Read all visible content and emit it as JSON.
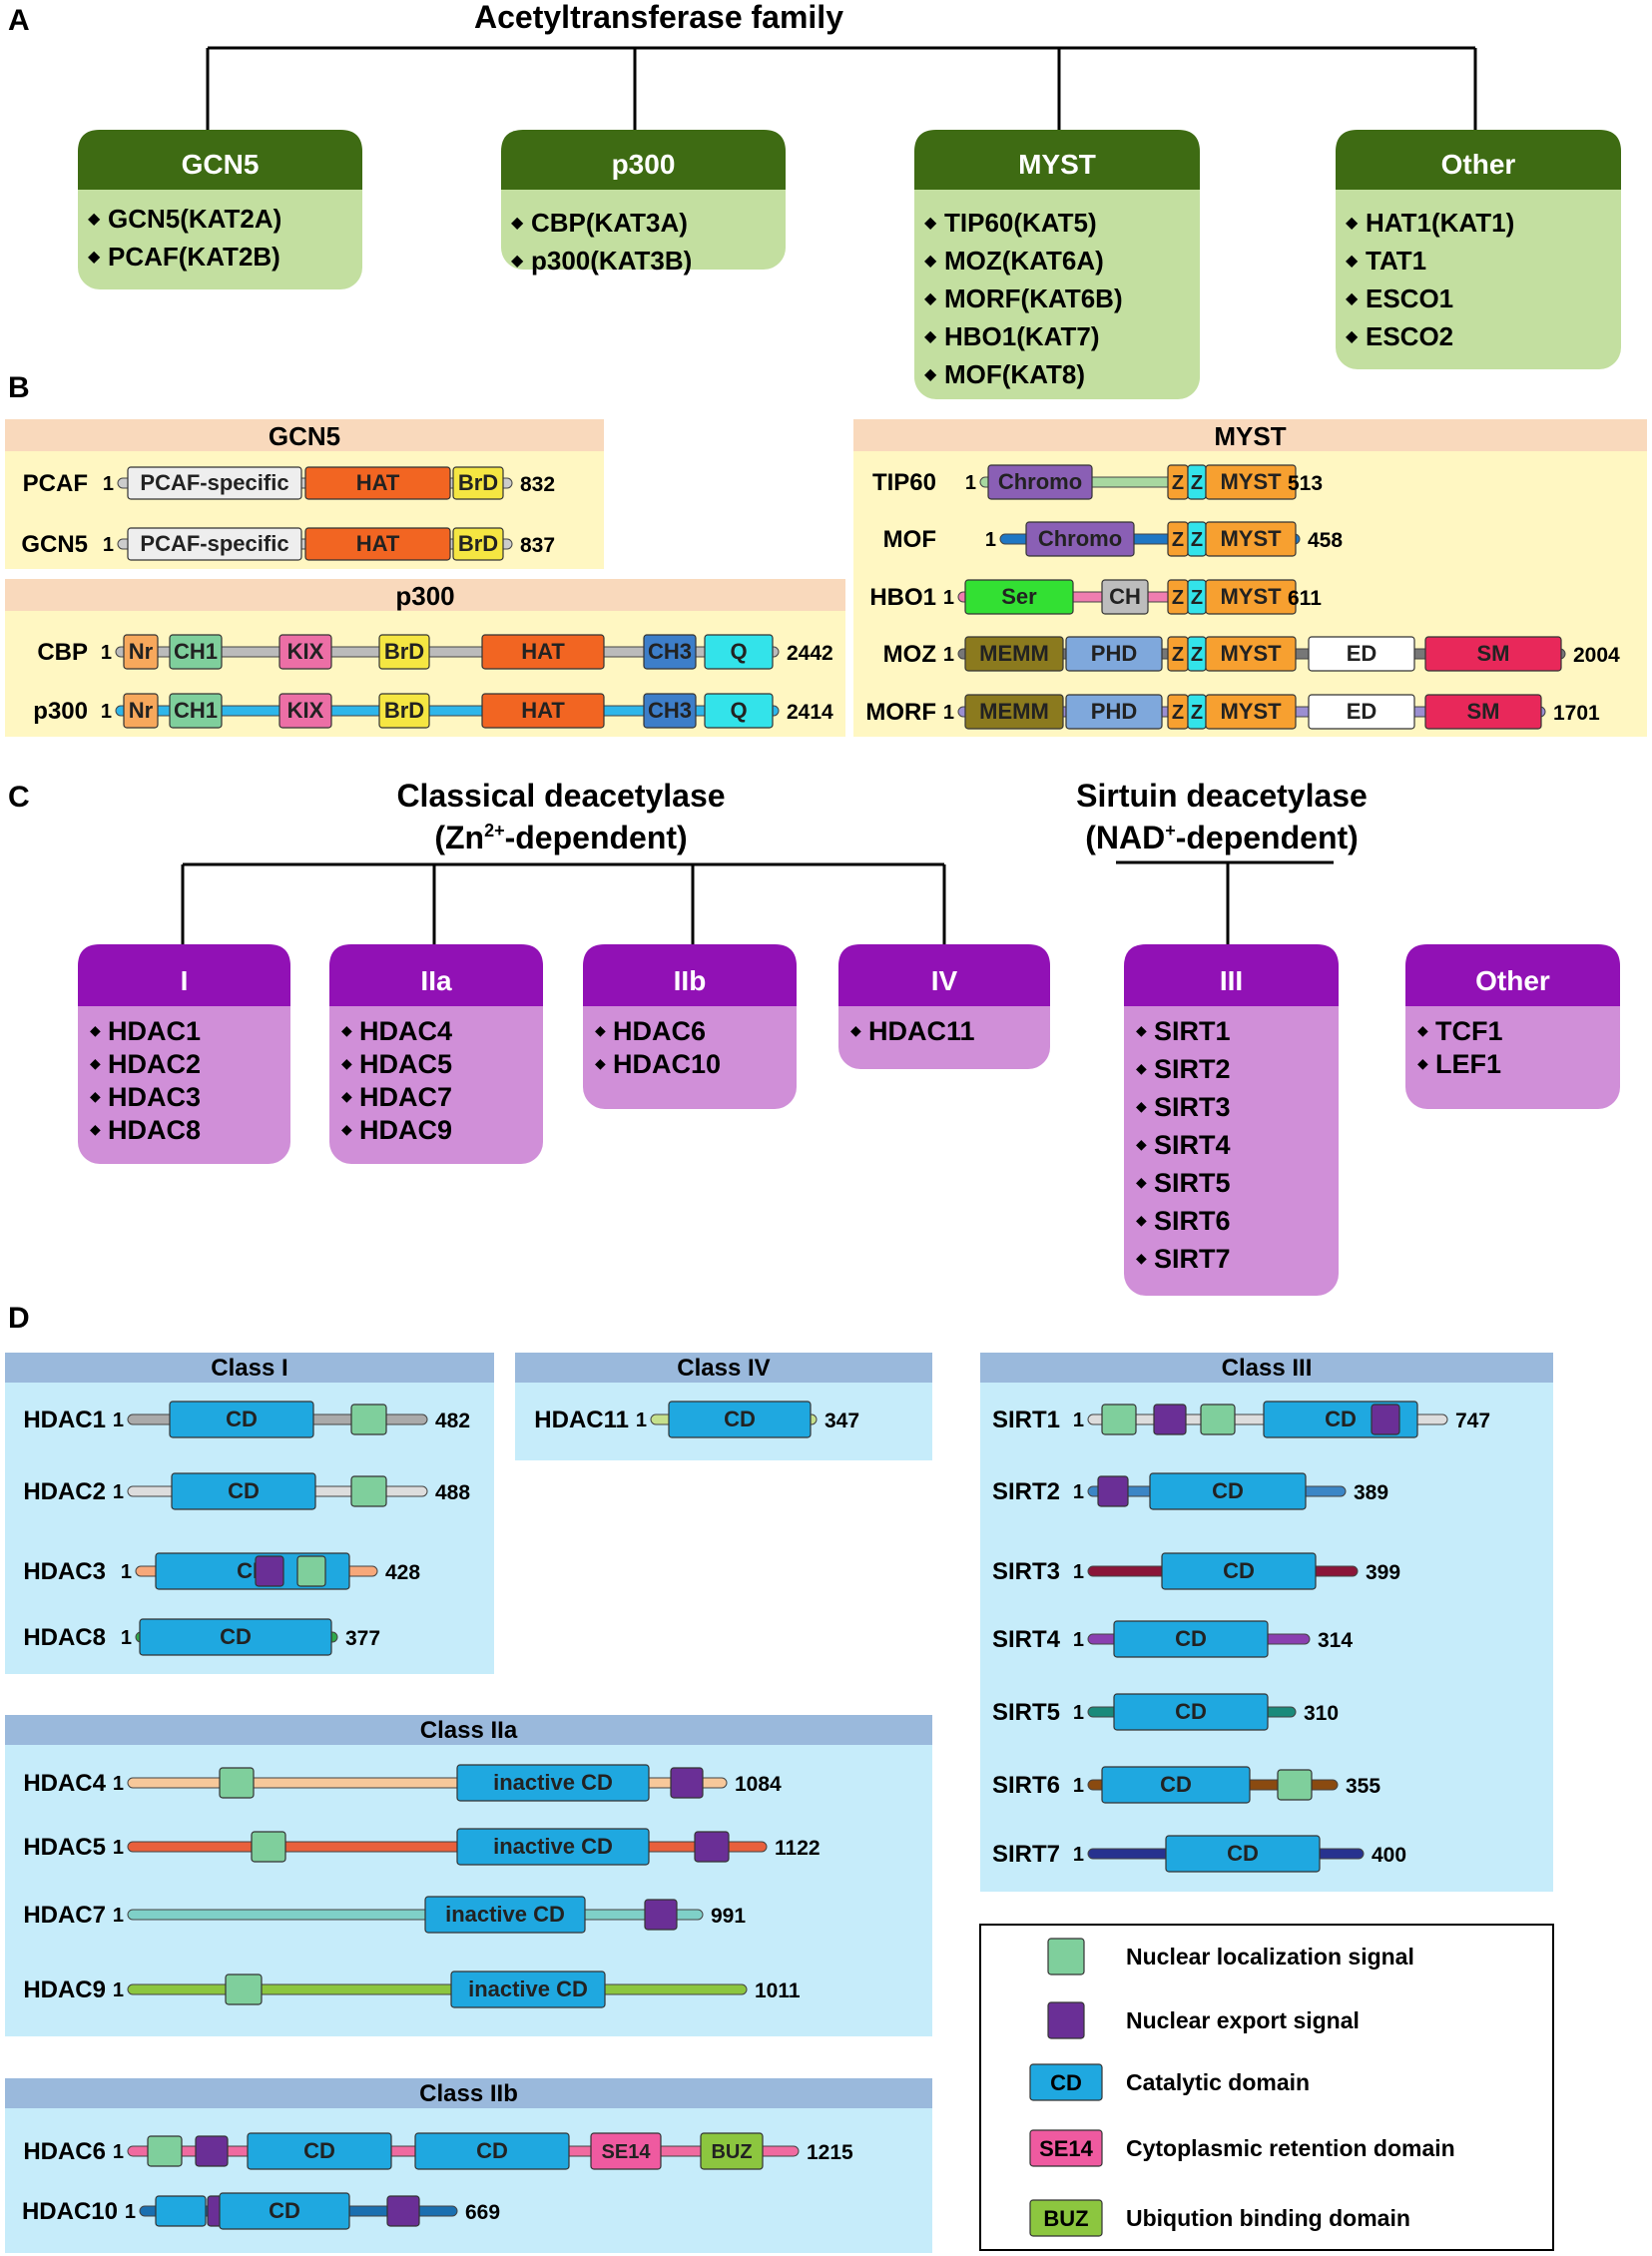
{
  "panel_a": {
    "letter": "A",
    "title": "Acetyltransferase family",
    "families": [
      {
        "name": "GCN5",
        "members": [
          "GCN5(KAT2A)",
          "PCAF(KAT2B)"
        ]
      },
      {
        "name": "p300",
        "members": [
          "CBP(KAT3A)",
          "p300(KAT3B)"
        ]
      },
      {
        "name": "MYST",
        "members": [
          "TIP60(KAT5)",
          "MOZ(KAT6A)",
          "MORF(KAT6B)",
          "HBO1(KAT7)",
          "MOF(KAT8)"
        ]
      },
      {
        "name": "Other",
        "members": [
          "HAT1(KAT1)",
          "TAT1",
          "ESCO1",
          "ESCO2"
        ]
      }
    ]
  },
  "panel_b": {
    "letter": "B",
    "groups": [
      {
        "title": "GCN5",
        "proteins": [
          {
            "name": "PCAF",
            "start": "1",
            "end": "832",
            "line": "#cccccc",
            "domains": [
              {
                "label": "PCAF-specific",
                "color": "#eeeeee"
              },
              {
                "label": "HAT",
                "color": "#f26522"
              },
              {
                "label": "BrD",
                "color": "#f5e642"
              }
            ]
          },
          {
            "name": "GCN5",
            "start": "1",
            "end": "837",
            "line": "#cccccc",
            "domains": [
              {
                "label": "PCAF-specific",
                "color": "#eeeeee"
              },
              {
                "label": "HAT",
                "color": "#f26522"
              },
              {
                "label": "BrD",
                "color": "#f5e642"
              }
            ]
          }
        ]
      },
      {
        "title": "p300",
        "proteins": [
          {
            "name": "CBP",
            "start": "1",
            "end": "2442",
            "line": "#bbbbbb",
            "domains": [
              {
                "label": "Nr",
                "color": "#f7a85c"
              },
              {
                "label": "CH1",
                "color": "#7fcf9c"
              },
              {
                "label": "KIX",
                "color": "#ec6fa6"
              },
              {
                "label": "BrD",
                "color": "#f5e642"
              },
              {
                "label": "HAT",
                "color": "#f26522"
              },
              {
                "label": "CH3",
                "color": "#3d7ec9"
              },
              {
                "label": "Q",
                "color": "#33e3ea"
              }
            ]
          },
          {
            "name": "p300",
            "start": "1",
            "end": "2414",
            "line": "#2eb6ea",
            "domains": [
              {
                "label": "Nr",
                "color": "#f7a85c"
              },
              {
                "label": "CH1",
                "color": "#7fcf9c"
              },
              {
                "label": "KIX",
                "color": "#ec6fa6"
              },
              {
                "label": "BrD",
                "color": "#f5e642"
              },
              {
                "label": "HAT",
                "color": "#f26522"
              },
              {
                "label": "CH3",
                "color": "#3d7ec9"
              },
              {
                "label": "Q",
                "color": "#33e3ea"
              }
            ]
          }
        ]
      },
      {
        "title": "MYST",
        "proteins": [
          {
            "name": "TIP60",
            "start": "1",
            "end": "513",
            "line": "#a8d8a0",
            "domains": [
              {
                "label": "Chromo",
                "color": "#8a5fb5"
              },
              {
                "label": "Z",
                "color": "#f7a030"
              },
              {
                "label": "Z",
                "color": "#33e3ea"
              },
              {
                "label": "MYST",
                "color": "#f7a030"
              }
            ]
          },
          {
            "name": "MOF",
            "start": "1",
            "end": "458",
            "line": "#1f77c4",
            "domains": [
              {
                "label": "Chromo",
                "color": "#8a5fb5"
              },
              {
                "label": "Z",
                "color": "#f7a030"
              },
              {
                "label": "Z",
                "color": "#33e3ea"
              },
              {
                "label": "MYST",
                "color": "#f7a030"
              }
            ]
          },
          {
            "name": "HBO1",
            "start": "1",
            "end": "611",
            "line": "#f07db0",
            "domains": [
              {
                "label": "Ser",
                "color": "#33e033"
              },
              {
                "label": "CH",
                "color": "#bdbdbd"
              },
              {
                "label": "Z",
                "color": "#f7a030"
              },
              {
                "label": "Z",
                "color": "#33e3ea"
              },
              {
                "label": "MYST",
                "color": "#f7a030"
              }
            ]
          },
          {
            "name": "MOZ",
            "start": "1",
            "end": "2004",
            "line": "#777777",
            "domains": [
              {
                "label": "MEMM",
                "color": "#8b7a1e"
              },
              {
                "label": "PHD",
                "color": "#7fa8dc"
              },
              {
                "label": "Z",
                "color": "#f7a030"
              },
              {
                "label": "Z",
                "color": "#33e3ea"
              },
              {
                "label": "MYST",
                "color": "#f7a030"
              },
              {
                "label": "ED",
                "color": "#ffffff"
              },
              {
                "label": "SM",
                "color": "#e8285a"
              }
            ]
          },
          {
            "name": "MORF",
            "start": "1",
            "end": "1701",
            "line": "#9b8fd1",
            "domains": [
              {
                "label": "MEMM",
                "color": "#8b7a1e"
              },
              {
                "label": "PHD",
                "color": "#7fa8dc"
              },
              {
                "label": "Z",
                "color": "#f7a030"
              },
              {
                "label": "Z",
                "color": "#33e3ea"
              },
              {
                "label": "MYST",
                "color": "#f7a030"
              },
              {
                "label": "ED",
                "color": "#ffffff"
              },
              {
                "label": "SM",
                "color": "#e8285a"
              }
            ]
          }
        ]
      }
    ]
  },
  "panel_c": {
    "letter": "C",
    "classical_title": "Classical deacetylase",
    "classical_sub_prefix": "(Zn",
    "classical_sub_sup": "2+",
    "classical_sub_suffix": "-dependent)",
    "sirtuin_title": "Sirtuin deacetylase",
    "sirtuin_sub_prefix": "(NAD",
    "sirtuin_sub_sup": "+",
    "sirtuin_sub_suffix": "-dependent)",
    "classes": [
      {
        "name": "I",
        "members": [
          "HDAC1",
          "HDAC2",
          "HDAC3",
          "HDAC8"
        ]
      },
      {
        "name": "IIa",
        "members": [
          "HDAC4",
          "HDAC5",
          "HDAC7",
          "HDAC9"
        ]
      },
      {
        "name": "IIb",
        "members": [
          "HDAC6",
          "HDAC10"
        ]
      },
      {
        "name": "IV",
        "members": [
          "HDAC11"
        ]
      },
      {
        "name": "III",
        "members": [
          "SIRT1",
          "SIRT2",
          "SIRT3",
          "SIRT4",
          "SIRT5",
          "SIRT6",
          "SIRT7"
        ]
      },
      {
        "name": "Other",
        "members": [
          "TCF1",
          "LEF1"
        ]
      }
    ]
  },
  "panel_d": {
    "letter": "D",
    "classes": [
      {
        "title": "Class I",
        "proteins": [
          {
            "name": "HDAC1",
            "start": "1",
            "end": "482",
            "line": "#aaaaaa",
            "domains": [
              {
                "label": "CD",
                "color": "#1fa8e0"
              },
              {
                "label": "",
                "color": "#7fcf9c"
              }
            ]
          },
          {
            "name": "HDAC2",
            "start": "1",
            "end": "488",
            "line": "#dddddd",
            "domains": [
              {
                "label": "CD",
                "color": "#1fa8e0"
              },
              {
                "label": "",
                "color": "#7fcf9c"
              }
            ]
          },
          {
            "name": "HDAC3",
            "start": "1",
            "end": "428",
            "line": "#f7a87a",
            "domains": [
              {
                "label": "CD",
                "color": "#1fa8e0"
              },
              {
                "label": "",
                "color": "#6a2f96"
              },
              {
                "label": "",
                "color": "#7fcf9c"
              }
            ]
          },
          {
            "name": "HDAC8",
            "start": "1",
            "end": "377",
            "line": "#2ea84a",
            "domains": [
              {
                "label": "CD",
                "color": "#1fa8e0"
              }
            ]
          }
        ]
      },
      {
        "title": "Class IV",
        "proteins": [
          {
            "name": "HDAC11",
            "start": "1",
            "end": "347",
            "line": "#c5e08c",
            "domains": [
              {
                "label": "CD",
                "color": "#1fa8e0"
              }
            ]
          }
        ]
      },
      {
        "title": "Class III",
        "proteins": [
          {
            "name": "SIRT1",
            "start": "1",
            "end": "747",
            "line": "#dddddd",
            "domains": [
              {
                "label": "",
                "color": "#7fcf9c"
              },
              {
                "label": "",
                "color": "#6a2f96"
              },
              {
                "label": "",
                "color": "#7fcf9c"
              },
              {
                "label": "CD",
                "color": "#1fa8e0"
              },
              {
                "label": "",
                "color": "#6a2f96"
              }
            ]
          },
          {
            "name": "SIRT2",
            "start": "1",
            "end": "389",
            "line": "#3b86c6",
            "domains": [
              {
                "label": "",
                "color": "#6a2f96"
              },
              {
                "label": "CD",
                "color": "#1fa8e0"
              }
            ]
          },
          {
            "name": "SIRT3",
            "start": "1",
            "end": "399",
            "line": "#8a1538",
            "domains": [
              {
                "label": "CD",
                "color": "#1fa8e0"
              }
            ]
          },
          {
            "name": "SIRT4",
            "start": "1",
            "end": "314",
            "line": "#8a3fb0",
            "domains": [
              {
                "label": "CD",
                "color": "#1fa8e0"
              }
            ]
          },
          {
            "name": "SIRT5",
            "start": "1",
            "end": "310",
            "line": "#1a8a7a",
            "domains": [
              {
                "label": "CD",
                "color": "#1fa8e0"
              }
            ]
          },
          {
            "name": "SIRT6",
            "start": "1",
            "end": "355",
            "line": "#8a4a10",
            "domains": [
              {
                "label": "CD",
                "color": "#1fa8e0"
              },
              {
                "label": "",
                "color": "#7fcf9c"
              }
            ]
          },
          {
            "name": "SIRT7",
            "start": "1",
            "end": "400",
            "line": "#27328f",
            "domains": [
              {
                "label": "CD",
                "color": "#1fa8e0"
              }
            ]
          }
        ]
      },
      {
        "title": "Class IIa",
        "proteins": [
          {
            "name": "HDAC4",
            "start": "1",
            "end": "1084",
            "line": "#f7c89a",
            "domains": [
              {
                "label": "",
                "color": "#7fcf9c"
              },
              {
                "label": "inactive CD",
                "color": "#1fa8e0"
              },
              {
                "label": "",
                "color": "#6a2f96"
              }
            ]
          },
          {
            "name": "HDAC5",
            "start": "1",
            "end": "1122",
            "line": "#e8603c",
            "domains": [
              {
                "label": "",
                "color": "#7fcf9c"
              },
              {
                "label": "inactive CD",
                "color": "#1fa8e0"
              },
              {
                "label": "",
                "color": "#6a2f96"
              }
            ]
          },
          {
            "name": "HDAC7",
            "start": "1",
            "end": "991",
            "line": "#7fd0c8",
            "domains": [
              {
                "label": "inactive CD",
                "color": "#1fa8e0"
              },
              {
                "label": "",
                "color": "#6a2f96"
              }
            ]
          },
          {
            "name": "HDAC9",
            "start": "1",
            "end": "1011",
            "line": "#8cc63f",
            "domains": [
              {
                "label": "",
                "color": "#7fcf9c"
              },
              {
                "label": "inactive CD",
                "color": "#1fa8e0"
              }
            ]
          }
        ]
      },
      {
        "title": "Class IIb",
        "proteins": [
          {
            "name": "HDAC6",
            "start": "1",
            "end": "1215",
            "line": "#f06aa0",
            "domains": [
              {
                "label": "",
                "color": "#7fcf9c"
              },
              {
                "label": "",
                "color": "#6a2f96"
              },
              {
                "label": "CD",
                "color": "#1fa8e0"
              },
              {
                "label": "CD",
                "color": "#1fa8e0"
              },
              {
                "label": "SE14",
                "color": "#ef5aa0"
              },
              {
                "label": "BUZ",
                "color": "#8cc63f"
              }
            ]
          },
          {
            "name": "HDAC10",
            "start": "1",
            "end": "669",
            "line": "#1a6fb0",
            "domains": [
              {
                "label": "",
                "color": "#1fa8e0"
              },
              {
                "label": "",
                "color": "#6a2f96"
              },
              {
                "label": "CD",
                "color": "#1fa8e0"
              },
              {
                "label": "",
                "color": "#6a2f96"
              }
            ]
          }
        ]
      }
    ],
    "legend": [
      {
        "swatch": "",
        "color": "#7fcf9c",
        "label": "Nuclear localization signal"
      },
      {
        "swatch": "",
        "color": "#6a2f96",
        "label": "Nuclear export signal"
      },
      {
        "swatch": "CD",
        "color": "#1fa8e0",
        "label": "Catalytic domain"
      },
      {
        "swatch": "SE14",
        "color": "#ef5aa0",
        "label": "Cytoplasmic retention domain"
      },
      {
        "swatch": "BUZ",
        "color": "#8cc63f",
        "label": "Ubiqution binding domain"
      }
    ]
  },
  "colors": {
    "hat_header": "#3e6b13",
    "hat_body": "#c3dfa0",
    "hdac_header": "#9111b5",
    "hdac_body": "#d08fd8",
    "b_panel_bg": "#fff7c2",
    "b_panel_title": "#f9d9bc",
    "d_panel_bg": "#c6ecfa",
    "d_panel_title": "#9ab9dc"
  }
}
